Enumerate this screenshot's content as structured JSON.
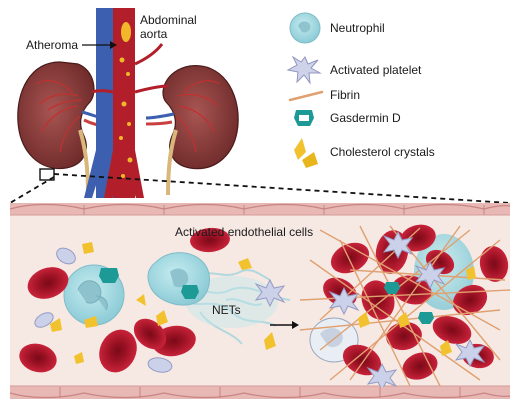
{
  "labels": {
    "atheroma": "Atheroma",
    "aorta_line1": "Abdominal",
    "aorta_line2": "aorta",
    "endothelial": "Activated endothelial cells",
    "nets": "NETs"
  },
  "legend": [
    {
      "icon": "neutrophil-icon",
      "label": "Neutrophil"
    },
    {
      "icon": "activated-platelet-icon",
      "label": "Activated platelet"
    },
    {
      "icon": "fibrin-icon",
      "label": "Fibrin"
    },
    {
      "icon": "gasdermin-d-icon",
      "label": "Gasdermin D"
    },
    {
      "icon": "cholesterol-crystals-icon",
      "label": "Cholesterol crystals"
    }
  ],
  "colors": {
    "vessel_wall": "#e8b8b5",
    "lumen": "#f8ece8",
    "red_blood_cell": "#b3152a",
    "neutrophil": "#a7d8df",
    "neutrophil_nucleus": "#7fbcc8",
    "platelet": "#c9cee6",
    "fibrin": "#e0a070",
    "gasdermin_d": "#1e9a96",
    "cholesterol": "#f2c22e",
    "kidney": "#8b3e3c",
    "vena_cava": "#3d5fb0",
    "aorta": "#b21f2a"
  }
}
